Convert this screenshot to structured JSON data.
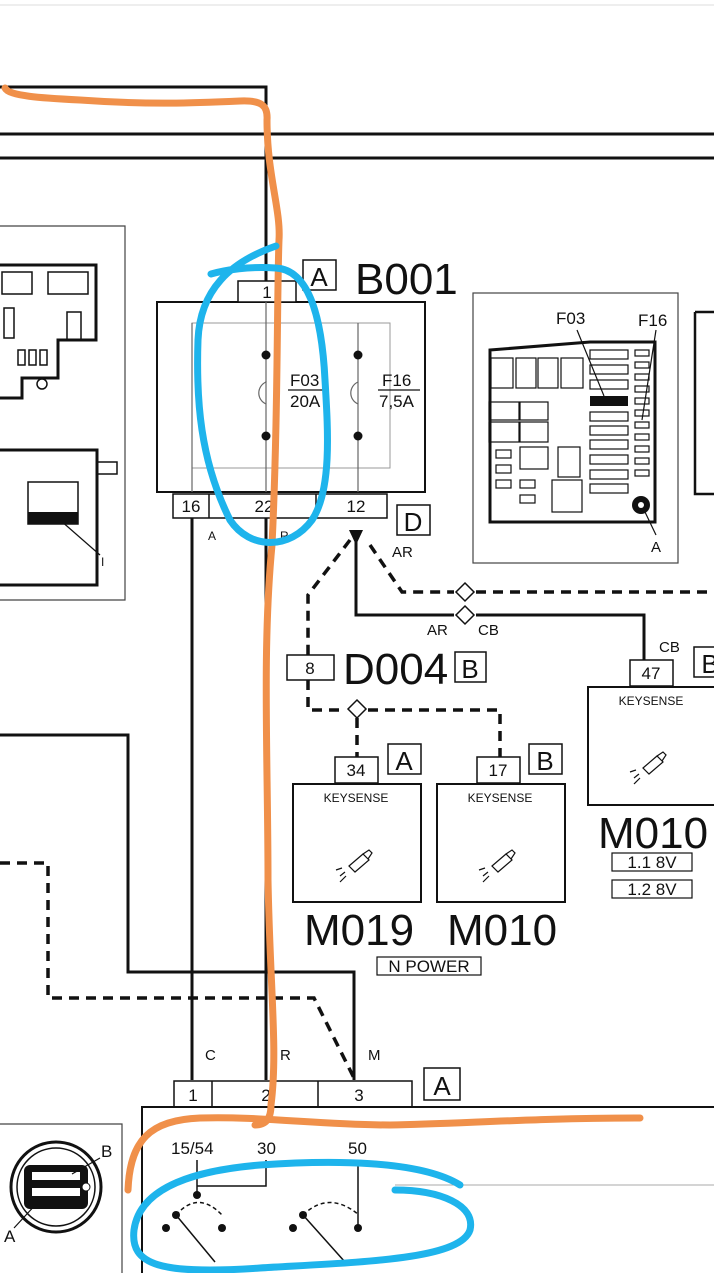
{
  "colors": {
    "ink": "#111111",
    "orange_trace": "#F0904A",
    "blue_circle": "#1EB4EC"
  },
  "fuse_box": {
    "name": "B001",
    "connector_a_tag": "A",
    "connector_d_tag": "D",
    "top_pin": "1",
    "bottom_pins": [
      "16",
      "22",
      "12"
    ],
    "fuse_f03": {
      "id": "F03",
      "rating": "20A"
    },
    "fuse_f16": {
      "id": "F16",
      "rating": "7,5A"
    },
    "wire_colors": {
      "pin16": "A",
      "pin22": "R"
    }
  },
  "location_inset": {
    "f03_label": "F03",
    "f16_label": "F16",
    "connector_label": "A"
  },
  "left_inset": {
    "leader_label": "I"
  },
  "splice": {
    "ar_upper": "AR",
    "ar_lower": "AR",
    "cb_lower": "CB",
    "cb_right": "CB"
  },
  "d004": {
    "name": "D004",
    "pin": "8",
    "connector_tag": "B"
  },
  "modules": {
    "m019": {
      "name": "M019",
      "pin": "34",
      "connector_tag": "A",
      "label": "KEYSENSE"
    },
    "m010_mid": {
      "name": "M010",
      "pin": "17",
      "connector_tag": "B",
      "label": "KEYSENSE",
      "note": "N POWER"
    },
    "m010_right": {
      "name": "M010",
      "pin": "47",
      "connector_tag": "B",
      "label": "KEYSENSE",
      "variants": [
        "1.1 8V",
        "1.2 8V"
      ]
    }
  },
  "ignition": {
    "connector_tag": "A",
    "pins": [
      "1",
      "2",
      "3"
    ],
    "wire_colors": [
      "C",
      "R",
      "M"
    ],
    "terminals": [
      "15/54",
      "30",
      "50"
    ],
    "inset_labels": {
      "b": "B",
      "a": "A"
    }
  }
}
